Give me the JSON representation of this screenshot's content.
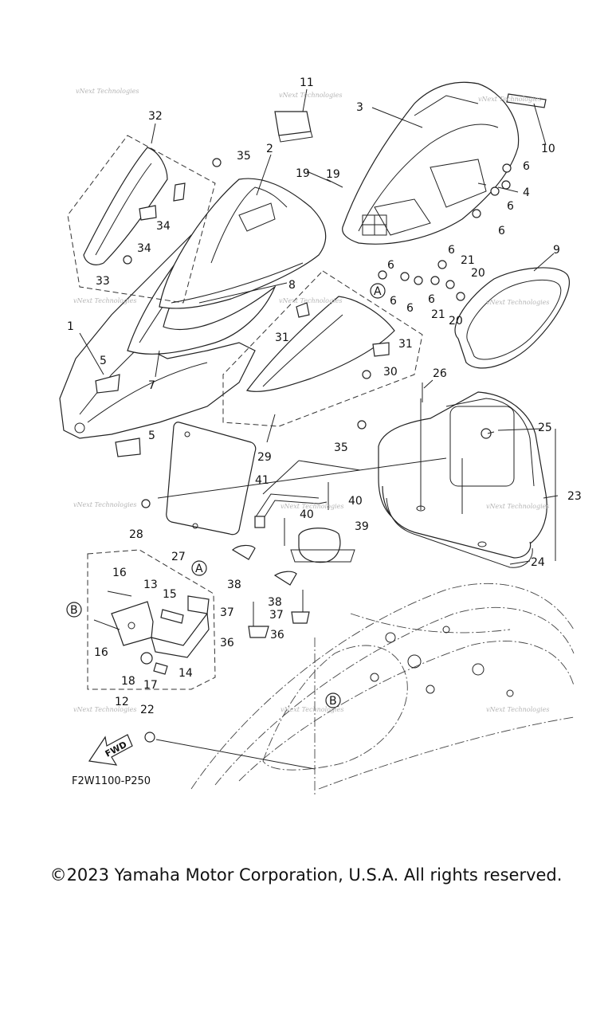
{
  "labels": {
    "p1": "1",
    "p2": "2",
    "p3": "3",
    "p4": "4",
    "p5a": "5",
    "p5b": "5",
    "p6a": "6",
    "p6b": "6",
    "p6c": "6",
    "p6d": "6",
    "p6e": "6",
    "p6f": "6",
    "p6g": "6",
    "p6h": "6",
    "p7": "7",
    "p8": "8",
    "p9": "9",
    "p10": "10",
    "p11": "11",
    "p12": "12",
    "p13": "13",
    "p14": "14",
    "p15": "15",
    "p16a": "16",
    "p16b": "16",
    "p17": "17",
    "p18": "18",
    "p19a": "19",
    "p19b": "19",
    "p20a": "20",
    "p20b": "20",
    "p21a": "21",
    "p21b": "21",
    "p22": "22",
    "p23": "23",
    "p24": "24",
    "p25": "25",
    "p26": "26",
    "p27": "27",
    "p28": "28",
    "p29": "29",
    "p30": "30",
    "p31a": "31",
    "p31b": "31",
    "p32": "32",
    "p33": "33",
    "p34a": "34",
    "p34b": "34",
    "p35a": "35",
    "p35b": "35",
    "p36a": "36",
    "p36b": "36",
    "p37a": "37",
    "p37b": "37",
    "p38a": "38",
    "p38b": "38",
    "p39": "39",
    "p40a": "40",
    "p40b": "40",
    "p41": "41",
    "refA1": "A",
    "refA2": "A",
    "refB1": "B",
    "refB2": "B"
  },
  "watermark": "vNext Technologies",
  "fwd_label": "FWD",
  "drawing_code": "F2W1100-P250",
  "copyright": "©2023 Yamaha Motor Corporation, U.S.A. All rights reserved."
}
